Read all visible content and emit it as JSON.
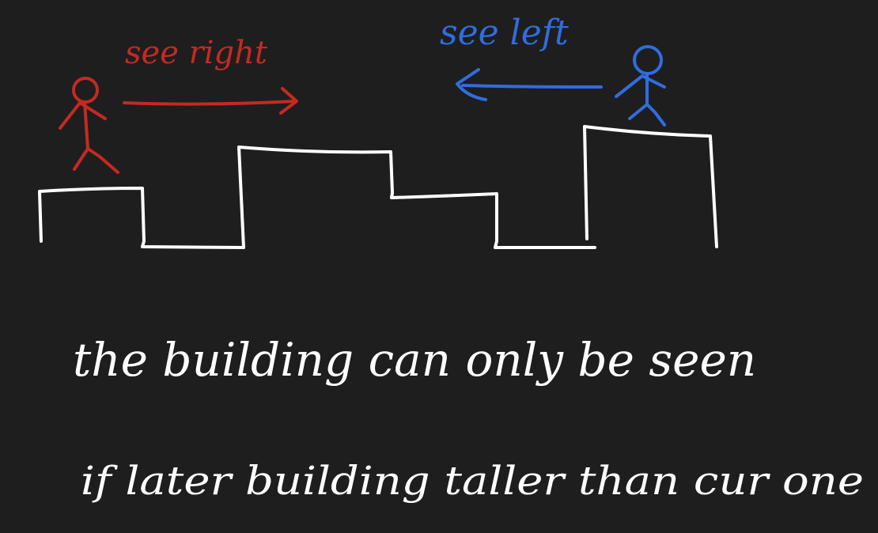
{
  "colors": {
    "background": "#1e1e1e",
    "ink": "#ffffff",
    "left_person": "#c42a22",
    "right_person": "#2f6de0"
  },
  "labels": {
    "see_right": "see right",
    "see_left": "see left"
  },
  "notes": {
    "line1": "the building can only be seen",
    "line2": "if later building taller than cur one"
  }
}
